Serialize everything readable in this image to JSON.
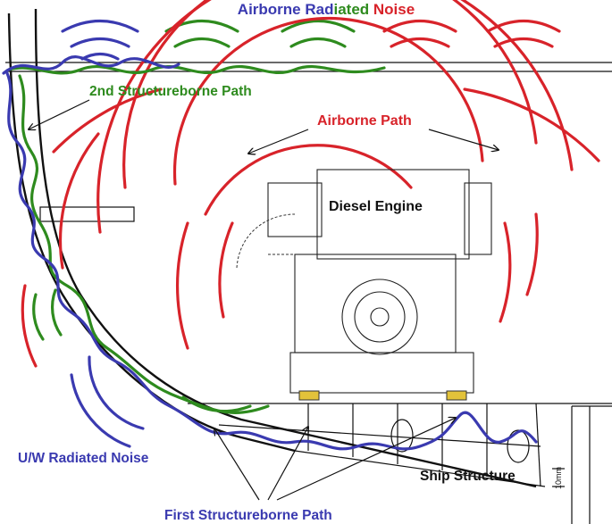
{
  "title": {
    "part1": "Airborne Rad",
    "part2": "iat",
    "part3": "ed ",
    "part4": "Noise",
    "colors": {
      "blue": "#3a3ab0",
      "green": "#2e8b1e",
      "red": "#d8232a"
    }
  },
  "labels": {
    "second_path": "2nd Structureborne Path",
    "airborne_path": "Airborne Path",
    "diesel_engine": "Diesel Engine",
    "uw_noise": "U/W Radiated Noise",
    "first_path": "First Structureborne Path",
    "ship_structure": "Ship Structure",
    "dimension": "10mm"
  }
}
